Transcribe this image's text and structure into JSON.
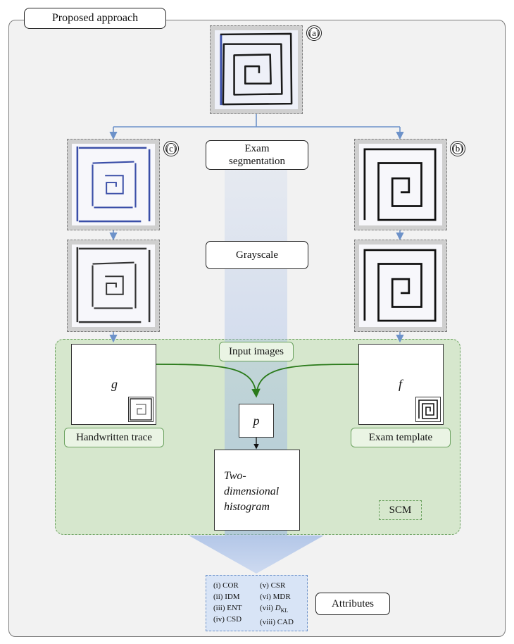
{
  "header": {
    "title": "Proposed approach"
  },
  "markers": {
    "a": "(a)",
    "b": "(b)",
    "c": "(c)"
  },
  "steps": {
    "segmentation_line1": "Exam",
    "segmentation_line2": "segmentation",
    "grayscale": "Grayscale"
  },
  "scm": {
    "input_images": "Input images",
    "g_symbol": "g",
    "f_symbol": "f",
    "p_symbol": "p",
    "handwritten_trace": "Handwritten trace",
    "exam_template": "Exam template",
    "histogram_line1": "Two-",
    "histogram_line2": "dimensional",
    "histogram_line3": "histogram",
    "label": "SCM"
  },
  "attributes": {
    "label": "Attributes",
    "left": [
      "(i) COR",
      "(ii) IDM",
      "(iii) ENT",
      "(iv) CSD"
    ],
    "right": [
      "(v) CSR",
      "(vi) MDR",
      "(vii) ",
      "(viii) CAD"
    ],
    "dkl_symbol": "D",
    "dkl_subscript": "KL"
  },
  "colors": {
    "flow_arrow": "#6d92c9",
    "green_arrow": "#2a7a1a",
    "scm_fill": "#d6e7cd",
    "scm_border": "#6aa15e",
    "blue_ink": "#3b4fa8",
    "dark_ink": "#1a1a1a"
  },
  "icons": {
    "spiral": "spiral-drawing-icon",
    "flow_arrows": "arrow-down-icon"
  }
}
